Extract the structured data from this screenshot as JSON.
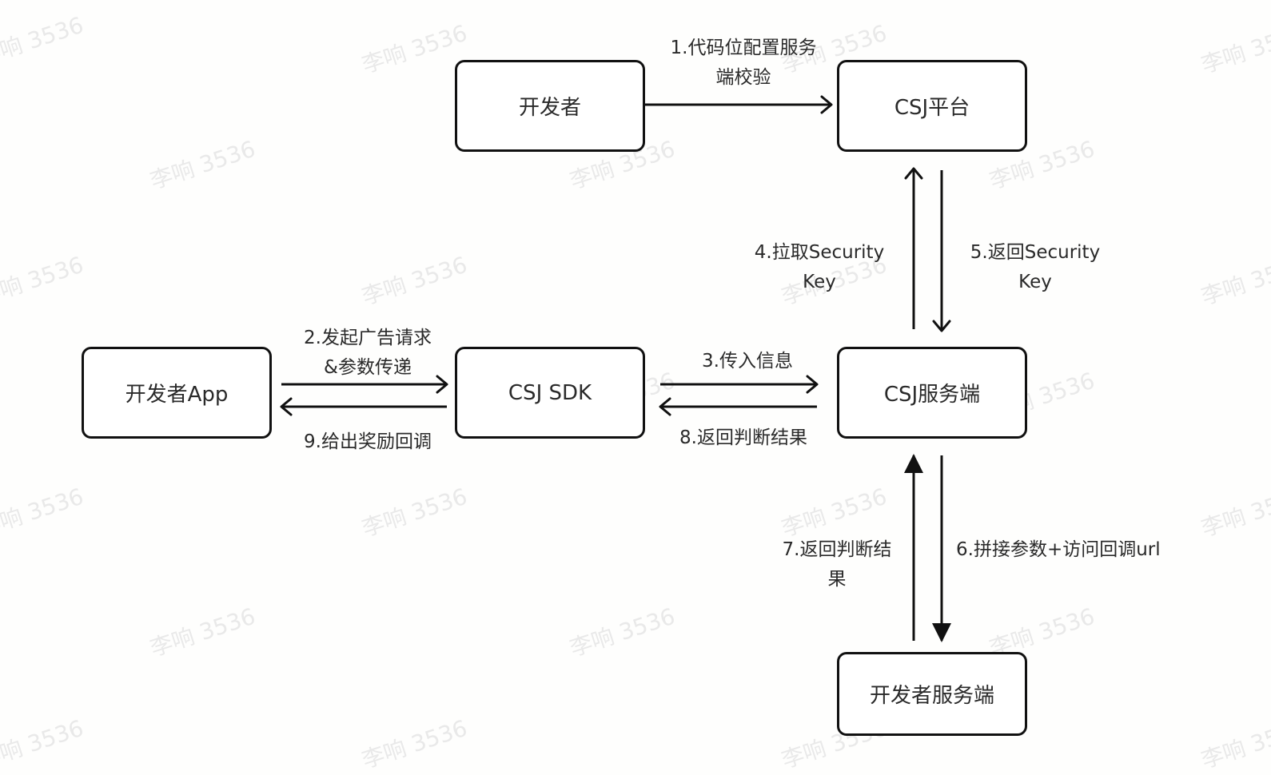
{
  "watermark_text": "李响 3536",
  "nodes": {
    "developer": "开发者",
    "csj_platform": "CSJ平台",
    "developer_app": "开发者App",
    "csj_sdk": "CSJ SDK",
    "csj_server": "CSJ服务端",
    "developer_server": "开发者服务端"
  },
  "edges": [
    {
      "step": 1,
      "from": "developer",
      "to": "csj_platform",
      "label": "1.代码位配置服务\n端校验"
    },
    {
      "step": 2,
      "from": "developer_app",
      "to": "csj_sdk",
      "label": "2.发起广告请求\n&参数传递"
    },
    {
      "step": 3,
      "from": "csj_sdk",
      "to": "csj_server",
      "label": "3.传入信息"
    },
    {
      "step": 4,
      "from": "csj_server",
      "to": "csj_platform",
      "label": "4.拉取Security\nKey"
    },
    {
      "step": 5,
      "from": "csj_platform",
      "to": "csj_server",
      "label": "5.返回Security\nKey"
    },
    {
      "step": 6,
      "from": "csj_server",
      "to": "developer_server",
      "label": "6.拼接参数+访问回调url"
    },
    {
      "step": 7,
      "from": "developer_server",
      "to": "csj_server",
      "label": "7.返回判断结\n果"
    },
    {
      "step": 8,
      "from": "csj_server",
      "to": "csj_sdk",
      "label": "8.返回判断结果"
    },
    {
      "step": 9,
      "from": "csj_sdk",
      "to": "developer_app",
      "label": "9.给出奖励回调"
    }
  ]
}
